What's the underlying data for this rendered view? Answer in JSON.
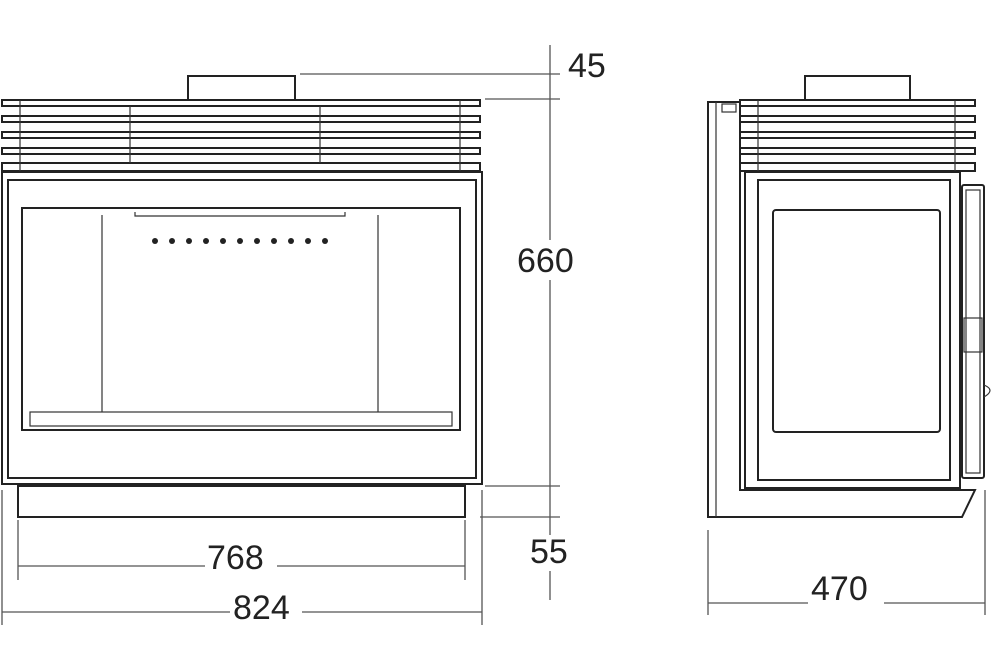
{
  "dimensions": {
    "top_flue_height": "45",
    "body_height": "660",
    "base_height": "55",
    "inner_width": "768",
    "overall_width": "824",
    "depth": "470"
  },
  "colors": {
    "line": "#222222",
    "dimension_line": "#555555"
  }
}
